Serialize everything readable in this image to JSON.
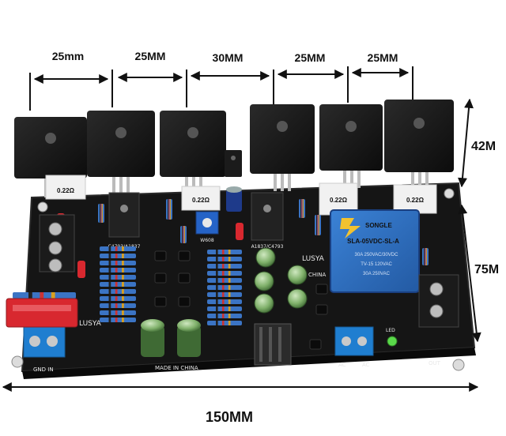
{
  "dimensions": {
    "spacings": [
      "25mm",
      "25MM",
      "30MM",
      "25MM",
      "25MM"
    ],
    "height_top": "42M",
    "height_side": "75M",
    "width_bottom": "150MM"
  },
  "board": {
    "brand_left": "LUSYA",
    "brand_center": "LUSYA",
    "made_in": "MADE IN CHINA",
    "china": "CHINA",
    "gnd_in": "GND IN",
    "ac_label_left": "AC",
    "ac_label_right": "AC",
    "out_label": "OUT",
    "led_label": "LED",
    "chip_label_1": "C4793/A1837",
    "chip_label_2": "A1837/C4793",
    "chip_label_3": "W608",
    "resistor_labels": [
      "0.22Ω",
      "0.22Ω",
      "0.22Ω",
      "0.22Ω"
    ]
  },
  "relay": {
    "brand": "SONGLE",
    "model": "SLA-05VDC-SL-A",
    "rating_1": "30A 250VAC/30VDC",
    "rating_2": "TV-15 120VAC",
    "rating_3": "30A 250VAC"
  },
  "colors": {
    "pcb": "#151515",
    "transistor": "#1a1a1a",
    "heatsink_metal": "#b8b8b8",
    "relay_blue": "#2f6fc0",
    "terminal_blue": "#1f7ed0",
    "fuse_red": "#d8282f",
    "dimension_line": "#111111"
  }
}
